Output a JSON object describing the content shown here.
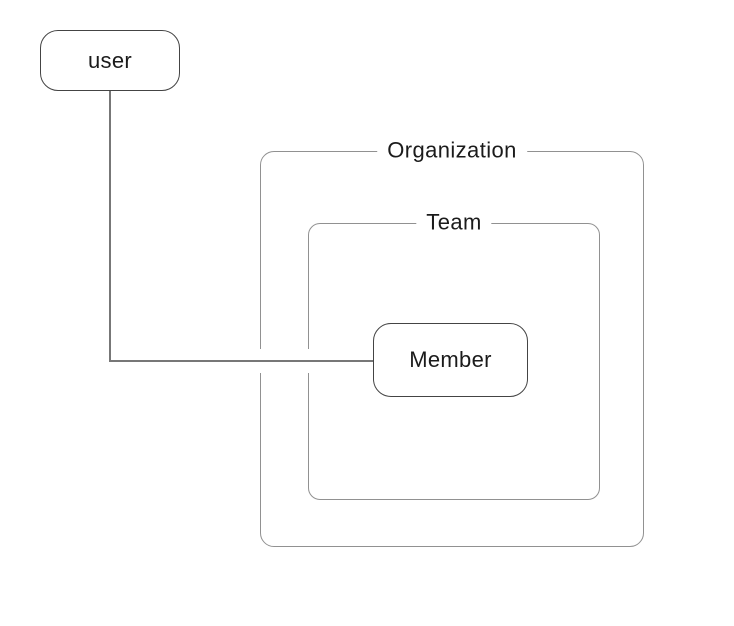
{
  "diagram": {
    "type": "flowchart",
    "nodes": {
      "user": {
        "label": "user"
      },
      "member": {
        "label": "Member"
      }
    },
    "containers": {
      "organization": {
        "label": "Organization"
      },
      "team": {
        "label": "Team"
      }
    },
    "edges": [
      {
        "from": "user",
        "to": "Member",
        "style": "elbow",
        "arrowhead": "none"
      }
    ],
    "colors": {
      "background": "#ffffff",
      "text": "#1b1b1b",
      "node_border": "#444444",
      "container_border": "#919191",
      "edge": "#777777"
    }
  }
}
